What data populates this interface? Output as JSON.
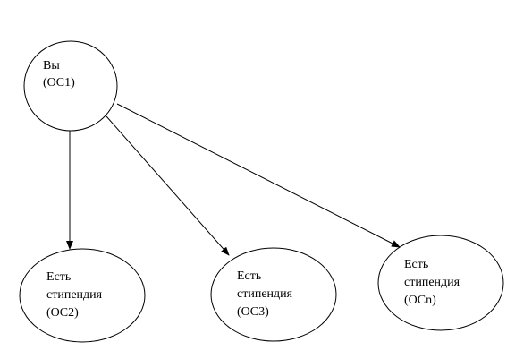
{
  "nodes": {
    "you": {
      "line1": "Вы",
      "line2": "(OC1)"
    },
    "oc2": {
      "line1": "Есть",
      "line2": "стипендия",
      "line3": "(OC2)"
    },
    "oc3": {
      "line1": "Есть",
      "line2": "стипендия",
      "line3": "(OC3)"
    },
    "ocn": {
      "line1": "Есть",
      "line2": "стипендия",
      "line3": "(OCn)"
    }
  },
  "colors": {
    "stroke": "#000000",
    "background": "#ffffff"
  }
}
